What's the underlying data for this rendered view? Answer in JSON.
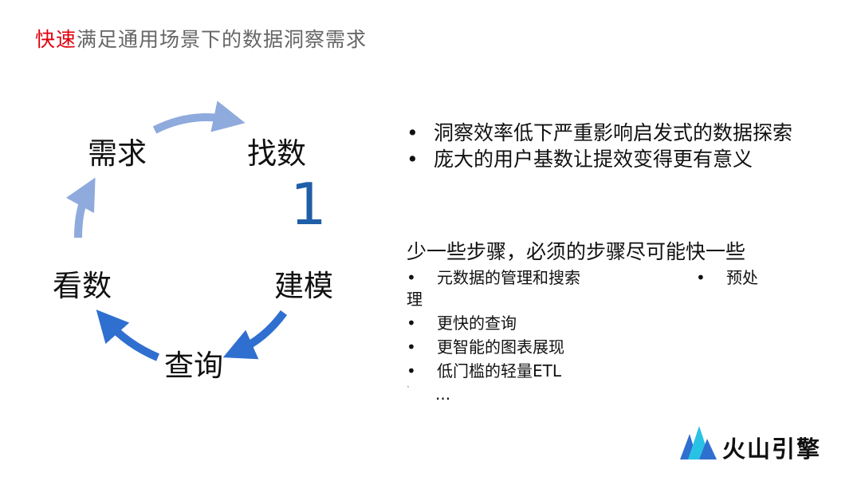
{
  "header": {
    "title_highlight": "快速",
    "title_rest": "满足通用场景下的数据洞察需求"
  },
  "cycle": {
    "nodes": {
      "demand": "需求",
      "find_data": "找数",
      "modeling": "建模",
      "query": "查询",
      "view_data": "看数"
    },
    "step_number": "1",
    "colors": {
      "light_arrow": "#8faadc",
      "dark_arrow": "#2f6fd0"
    }
  },
  "right": {
    "bullets": [
      "洞察效率低下严重影响启发式的数据探索",
      "庞大的用户基数让提效变得更有意义"
    ],
    "subheading": "少一些步骤，必须的步骤尽可能快一些",
    "bullet_symbol": "•",
    "steps": {
      "item1": "元数据的管理和搜索",
      "item_right": "预处",
      "item_right_wrap": "理",
      "item2": "更快的查询",
      "item3": "更智能的图表展现",
      "item4": "低门槛的轻量ETL",
      "small_mark": "·",
      "item5": "..."
    }
  },
  "brand": {
    "name": "火山引擎",
    "colors": {
      "blue": "#2f6fd0",
      "cyan": "#29c2e5"
    }
  }
}
